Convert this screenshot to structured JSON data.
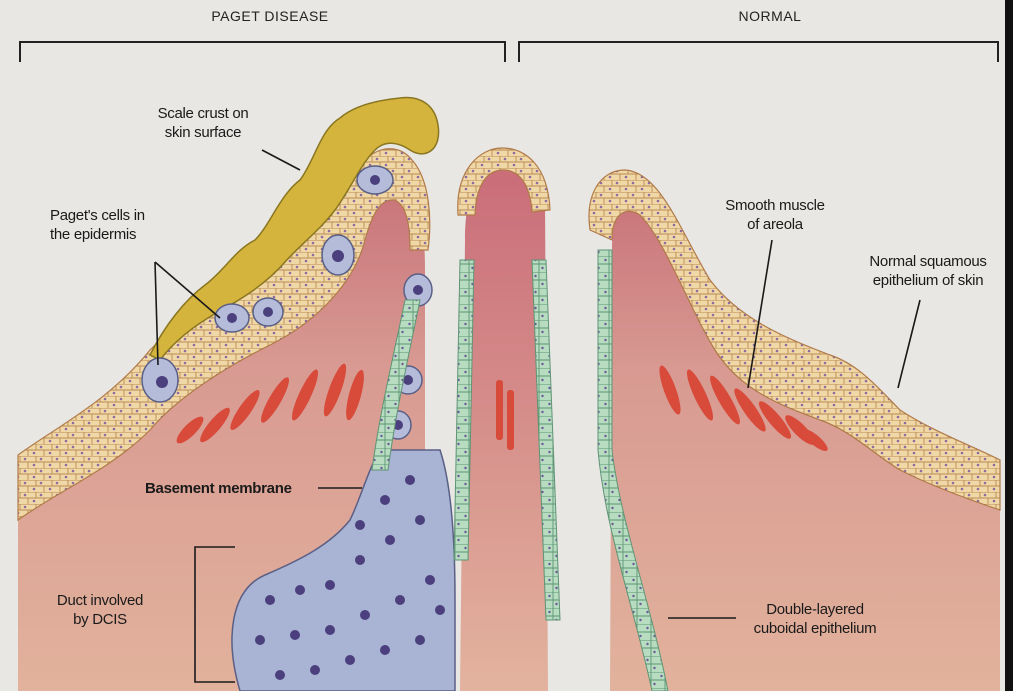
{
  "headers": {
    "left": "PAGET DISEASE",
    "right": "NORMAL"
  },
  "labels": {
    "scale_crust": [
      "Scale crust on",
      "skin surface"
    ],
    "pagets_cells": [
      "Paget's cells in",
      "the epidermis"
    ],
    "smooth_muscle": [
      "Smooth muscle",
      "of areola"
    ],
    "normal_squamous": [
      "Normal squamous",
      "epithelium of skin"
    ],
    "basement_membrane": "Basement membrane",
    "duct_dcis": [
      "Duct involved",
      "by DCIS"
    ],
    "double_layered": [
      "Double-layered",
      "cuboidal epithelium"
    ]
  },
  "colors": {
    "background": "#e8e7e4",
    "dermis": "#dca08f",
    "muscle": "#d84a3a",
    "epidermis": "#efd39c",
    "crust": "#d6b43a",
    "paget_cell": "#aeb6d4",
    "nucleus": "#4b3f7e",
    "duct_epithelium": "#a9d3b4"
  }
}
